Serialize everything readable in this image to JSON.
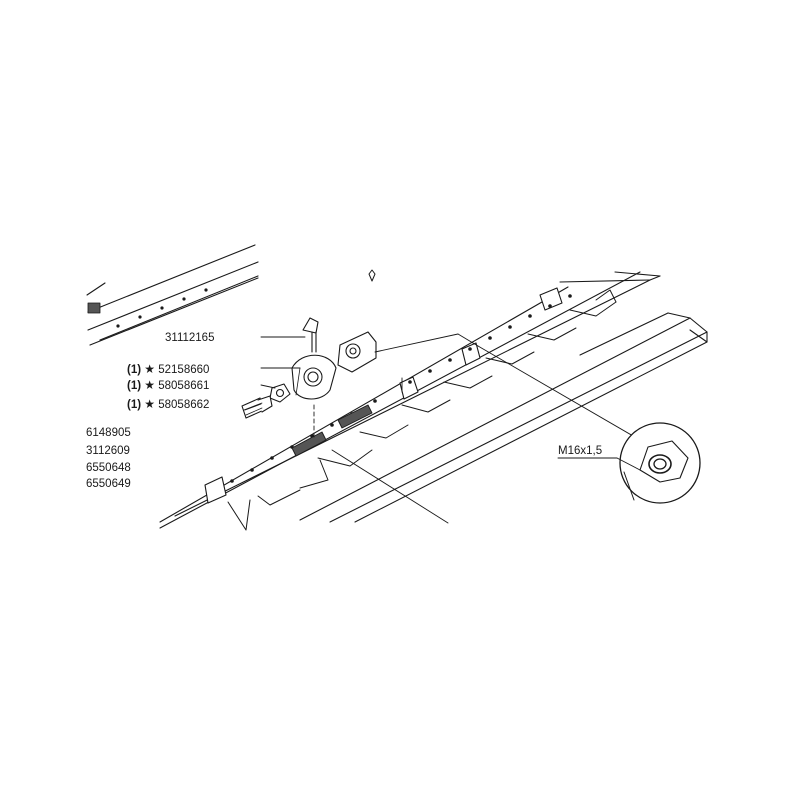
{
  "callouts": [
    {
      "qty": "",
      "star": "",
      "part": "31112165"
    },
    {
      "qty": "(1)",
      "star": "★",
      "part": "52158660"
    },
    {
      "qty": "(1)",
      "star": "★",
      "part": "58058661"
    },
    {
      "qty": "(1)",
      "star": "★",
      "part": "58058662"
    }
  ],
  "part_list": [
    "6148905",
    "3112609",
    "6550648",
    "6550649"
  ],
  "thread_spec": "M16x1,5",
  "colors": {
    "line": "#1a1a1a",
    "background": "#ffffff"
  }
}
